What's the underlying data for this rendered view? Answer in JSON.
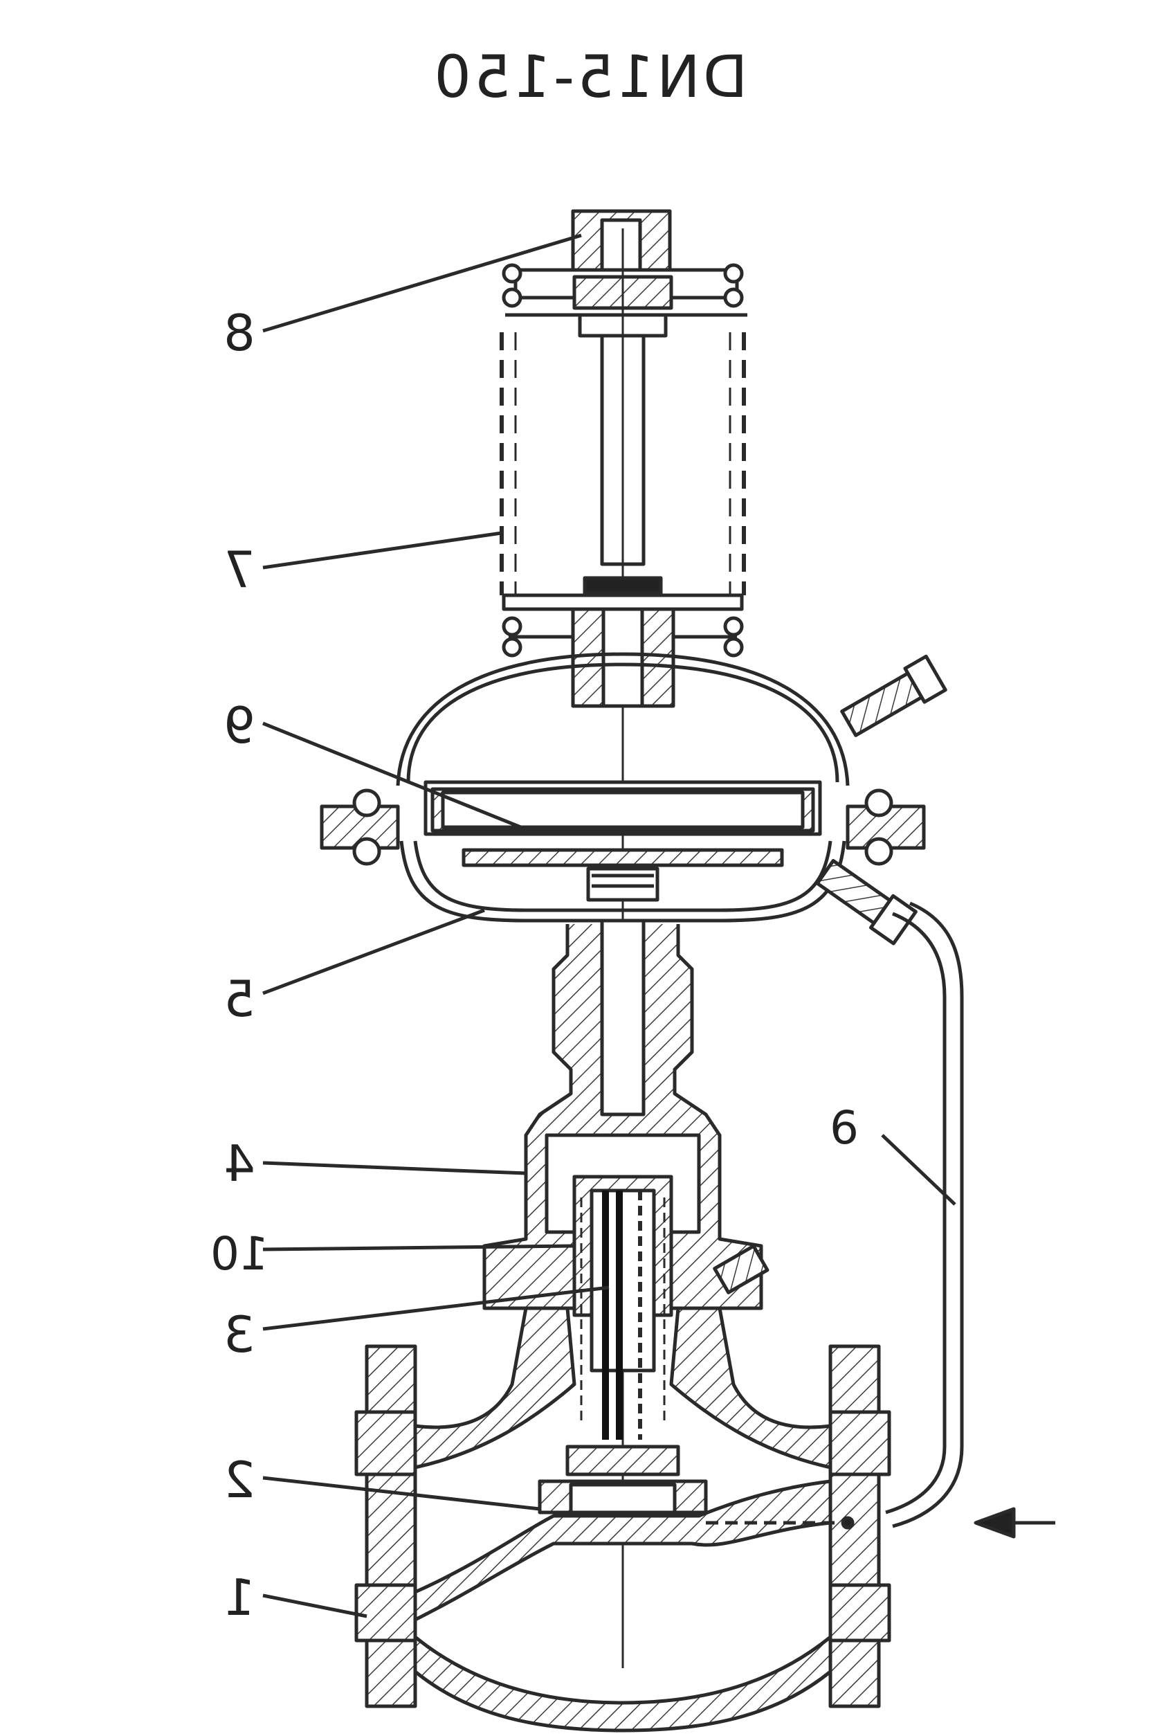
{
  "header": {
    "title": "DN15-150"
  },
  "callouts": [
    {
      "id": "1",
      "label": "1"
    },
    {
      "id": "2",
      "label": "2"
    },
    {
      "id": "3",
      "label": "3"
    },
    {
      "id": "10",
      "label": "10"
    },
    {
      "id": "4",
      "label": "4"
    },
    {
      "id": "5",
      "label": "5"
    },
    {
      "id": "6",
      "label": "6"
    },
    {
      "id": "7",
      "label": "7"
    },
    {
      "id": "8",
      "label": "8"
    },
    {
      "id": "9",
      "label": "9"
    }
  ],
  "colors": {
    "line": "#2a2a2a",
    "hatch": "#3a3a3a",
    "background": "#ffffff"
  }
}
